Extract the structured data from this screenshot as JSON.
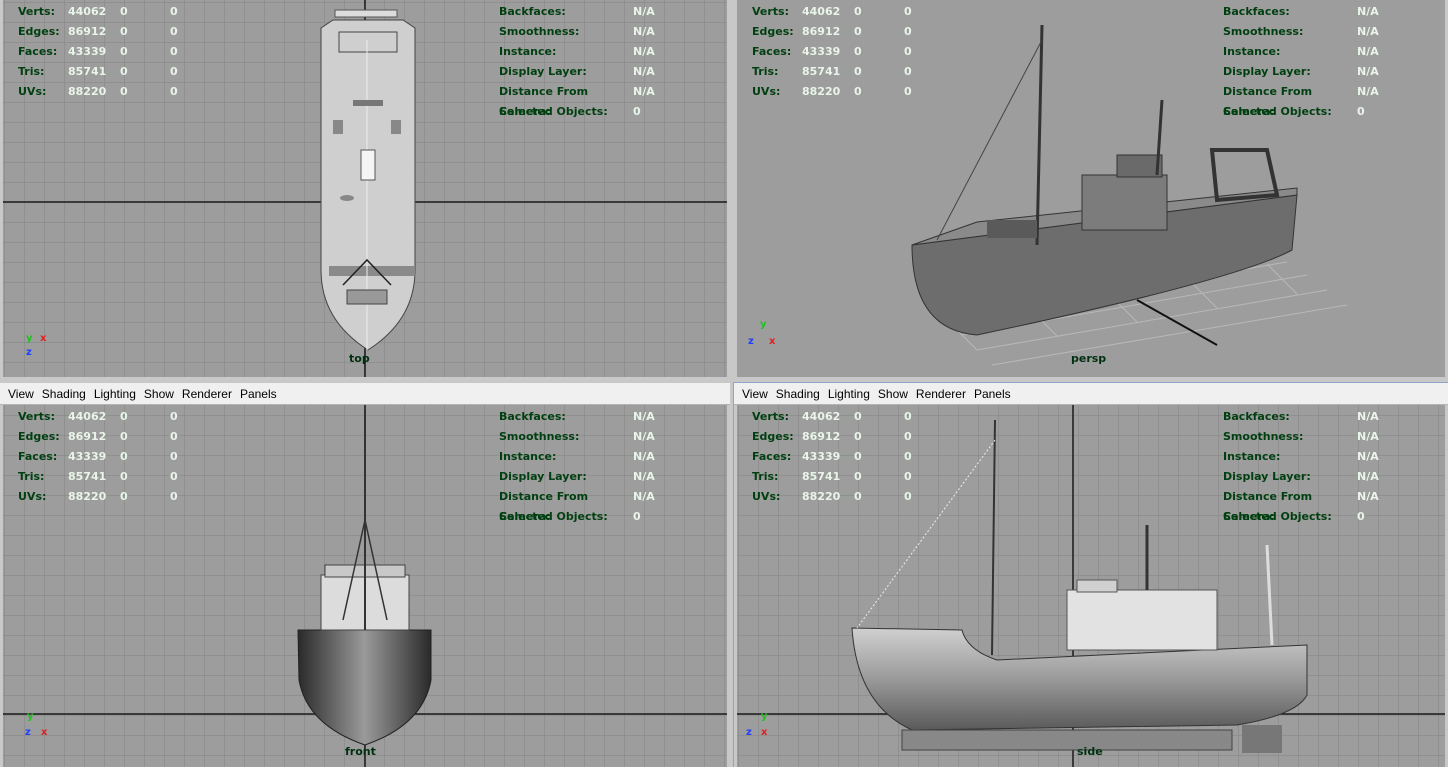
{
  "menu": {
    "view": "View",
    "shading": "Shading",
    "lighting": "Lighting",
    "show": "Show",
    "renderer": "Renderer",
    "panels": "Panels"
  },
  "hud": {
    "labels": {
      "verts": "Verts:",
      "edges": "Edges:",
      "faces": "Faces:",
      "tris": "Tris:",
      "uvs": "UVs:"
    },
    "values": {
      "verts": "44062",
      "edges": "86912",
      "faces": "43339",
      "tris": "85741",
      "uvs": "88220"
    },
    "zero": "0",
    "right": {
      "backfaces": "Backfaces:",
      "smoothness": "Smoothness:",
      "instance": "Instance:",
      "display_layer": "Display Layer:",
      "distance": "Distance From Camera:",
      "selected": "Selected Objects:",
      "na": "N/A",
      "selected_value": "0"
    }
  },
  "viewports": {
    "top": "top",
    "persp": "persp",
    "front": "front",
    "side": "side"
  },
  "axes": {
    "x": "x",
    "y": "y",
    "z": "z"
  },
  "colors": {
    "grid_bg": "#9d9d9d",
    "grid_line": "#808080",
    "axis_line": "#1a1a1a",
    "hud_label": "#003f10",
    "hud_value": "#e9f5e9",
    "axis_x": "#e02020",
    "axis_y": "#20c020",
    "axis_z": "#2040ff"
  }
}
